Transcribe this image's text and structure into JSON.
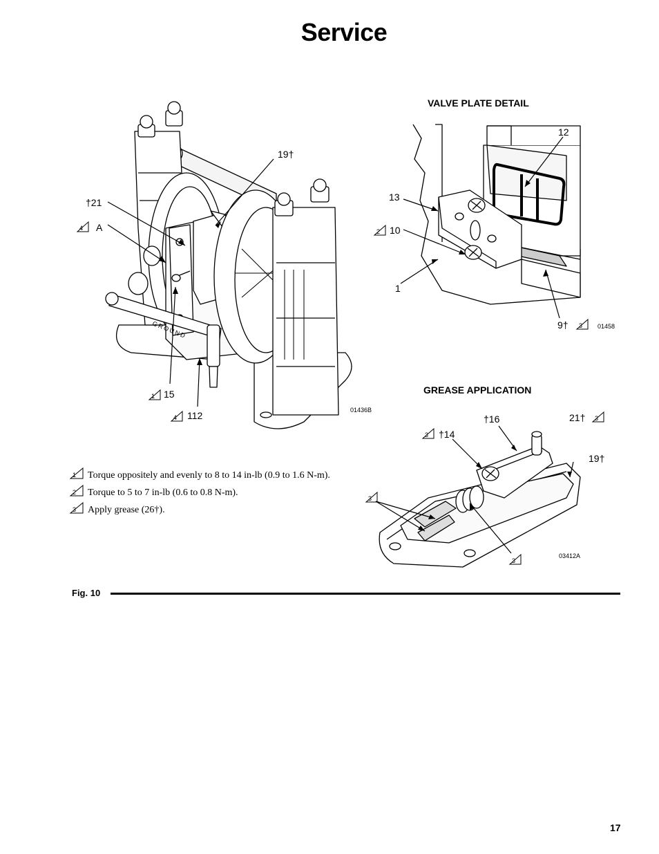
{
  "page": {
    "title": "Service",
    "page_number": "17"
  },
  "figure": {
    "label": "Fig. 10"
  },
  "main_view": {
    "drawing_code": "01436B",
    "ground_text": "GROUND",
    "callouts": {
      "c19": "19†",
      "c21": "†21",
      "cA": "A",
      "c15": "15",
      "c112": "112"
    }
  },
  "valve_plate": {
    "heading": "VALVE PLATE DETAIL",
    "drawing_code": "01458",
    "callouts": {
      "c12": "12",
      "c13": "13",
      "c10": "10",
      "c1": "1",
      "c9": "9†"
    }
  },
  "grease": {
    "heading": "GREASE APPLICATION",
    "drawing_code": "03412A",
    "callouts": {
      "c16": "†16",
      "c21": "21†",
      "c14": "†14",
      "c19": "19†"
    }
  },
  "notes": [
    {
      "ref": "1",
      "text": "Torque oppositely and evenly to 8 to 14 in-lb (0.9 to 1.6 N-m)."
    },
    {
      "ref": "2",
      "text": "Torque to 5 to 7 in-lb (0.6 to 0.8 N-m)."
    },
    {
      "ref": "3",
      "text": "Apply grease (26†)."
    }
  ],
  "tri_refs": {
    "one": "1",
    "two": "2",
    "three": "3",
    "four": "4"
  }
}
